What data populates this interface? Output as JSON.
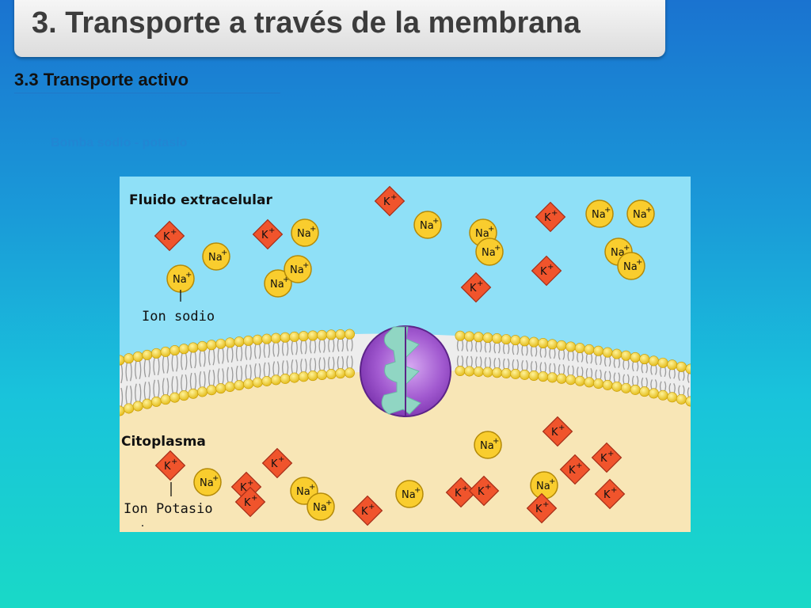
{
  "slide": {
    "title": "3. Transporte a través de la membrana",
    "subtitle": "3.3 Transporte activo",
    "caption": "Bomba sodio - potasio"
  },
  "diagram": {
    "extracellular_label": "Fluido extracelular",
    "cytoplasm_label": "Citoplasma",
    "sodium_label": "Ion sodio",
    "potassium_label": "Ion Potasio",
    "sodium_symbol": "Na",
    "potassium_symbol": "K",
    "ion_charge": "+",
    "colors": {
      "extracellular": "#8fe0f7",
      "cytoplasm": "#f8e6b6",
      "sodium": "#f9cd2e",
      "potassium": "#f0542c",
      "pump": "#8a3fb8",
      "channel": "#90d6c3",
      "lipid_head": "#f6d327"
    }
  }
}
